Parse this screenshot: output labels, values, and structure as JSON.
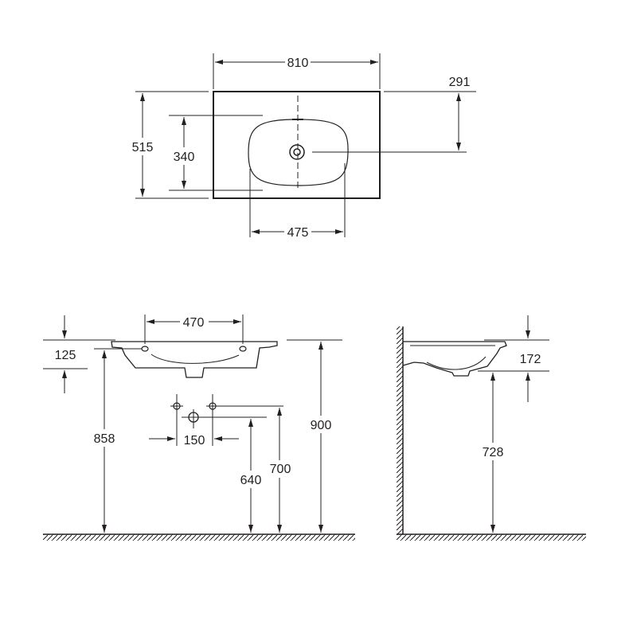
{
  "drawing": {
    "top_view": {
      "width": "810",
      "depth": "515",
      "bowl_depth": "340",
      "bowl_width": "475",
      "drain_offset": "291"
    },
    "front_view": {
      "bracket_spacing": "470",
      "rim_thickness": "125",
      "bracket_height": "858",
      "rim_height": "900",
      "tap_spacing": "150",
      "waste_height": "640",
      "supply_height": "700"
    },
    "side_view": {
      "basin_height": "172",
      "underside_height": "728"
    }
  }
}
